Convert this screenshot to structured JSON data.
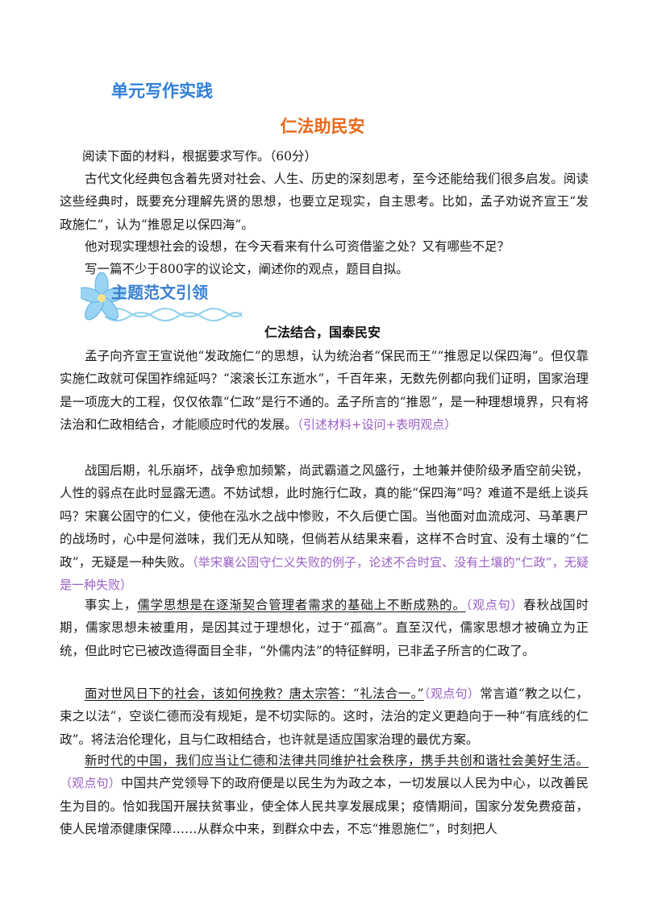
{
  "header": {
    "unit_title": "单元写作实践",
    "topic_title": "仁法助民安"
  },
  "prompt": {
    "instruction": "阅读下面的材料，根据要求写作。（60分）",
    "material_p1": "古代文化经典包含着先贤对社会、人生、历史的深刻思考，至今还能给我们很多启发。阅读这些经典时，既要充分理解先贤的思想，也要立足现实，自主思考。比如，孟子劝说齐宣王“发政施仁”，认为“推恩足以保四海”。",
    "material_p2": "他对现实理想社会的设想，在今天看来有什么可资借鉴之处？又有哪些不足？",
    "material_p3": "写一篇不少于800字的议论文，阐述你的观点，题目自拟。"
  },
  "section": {
    "label": "主题范文引领",
    "icon": "flower-icon"
  },
  "essay": {
    "title": "仁法结合，国泰民安",
    "p1_text": "孟子向齐宣王宣说他“发政施仁”的思想，认为统治者“保民而王”“推恩足以保四海”。但仅靠实施仁政就可保国祚绵延吗？“滚滚长江东逝水”，千百年来，无数先例都向我们证明，国家治理是一项庞大的工程，仅仅依靠“仁政”是行不通的。孟子所言的“推恩”，是一种理想境界，只有将法治和仁政相结合，才能顺应时代的发展。",
    "p1_note": "（引述材料+设问+表明观点）",
    "p2_text": "战国后期，礼乐崩坏，战争愈加频繁，尚武霸道之风盛行，土地兼并使阶级矛盾空前尖锐，人性的弱点在此时显露无遗。不妨试想，此时施行仁政，真的能“保四海”吗？难道不是纸上谈兵吗？宋襄公固守的仁义，使他在泓水之战中惨败，不久后便亡国。当他面对血流成河、马革裹尸的战场时，心中是何滋味，我们无从知晓，但倘若从结果来看，这样不合时宜、没有土壤的“仁政”，无疑是一种失败。",
    "p2_note": "（举宋襄公固守仁义失败的例子，论述不合时宜、没有土壤的“仁政”，无疑是一种失败）",
    "p3_lead": "事实上，",
    "p3_underlined": "儒学思想是在逐渐契合管理者需求的基础上不断成熟的。",
    "p3_note": "（观点句）",
    "p3_text": "春秋战国时期，儒家思想未被重用，是因其过于理想化，过于“孤高”。直至汉代，儒家思想才被确立为正统，但此时它已被改造得面目全非，“外儒内法”的特征鲜明，已非孟子所言的仁政了。",
    "p4_underlined": "面对世风日下的社会，该如何挽救？唐太宗答：“礼法合一。”",
    "p4_note": "（观点句）",
    "p4_text": "常言道“教之以仁，束之以法”，空谈仁德而没有规矩，是不切实际的。这时，法治的定义更趋向于一种“有底线的仁政”。将法治伦理化，且与仁政相结合，也许就是适应国家治理的最优方案。",
    "p5_underlined": "新时代的中国，我们应当让仁德和法律共同维护社会秩序，携手共创和谐社会美好生活。",
    "p5_note": "（观点句）",
    "p5_text": "中国共产党领导下的政府便是以民生为为政之本，一切发展以人民为中心，以改善民生为目的。恰如我国开展扶贫事业，使全体人民共享发展成果；疫情期间，国家分发免费疫苗，使人民增添健康保障……从群众中来，到群众中去，不忘“推恩施仁”，时刻把人"
  },
  "colors": {
    "unit_title": "#2f7fd8",
    "topic_title": "#e8691c",
    "note": "#9a5fc6"
  }
}
